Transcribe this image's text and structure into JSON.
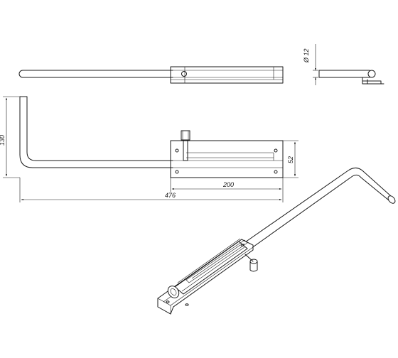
{
  "dimensions": {
    "diameter": "Ø 12",
    "height_total": "130",
    "plate_height": "52",
    "plate_length": "200",
    "overall_length": "476"
  }
}
